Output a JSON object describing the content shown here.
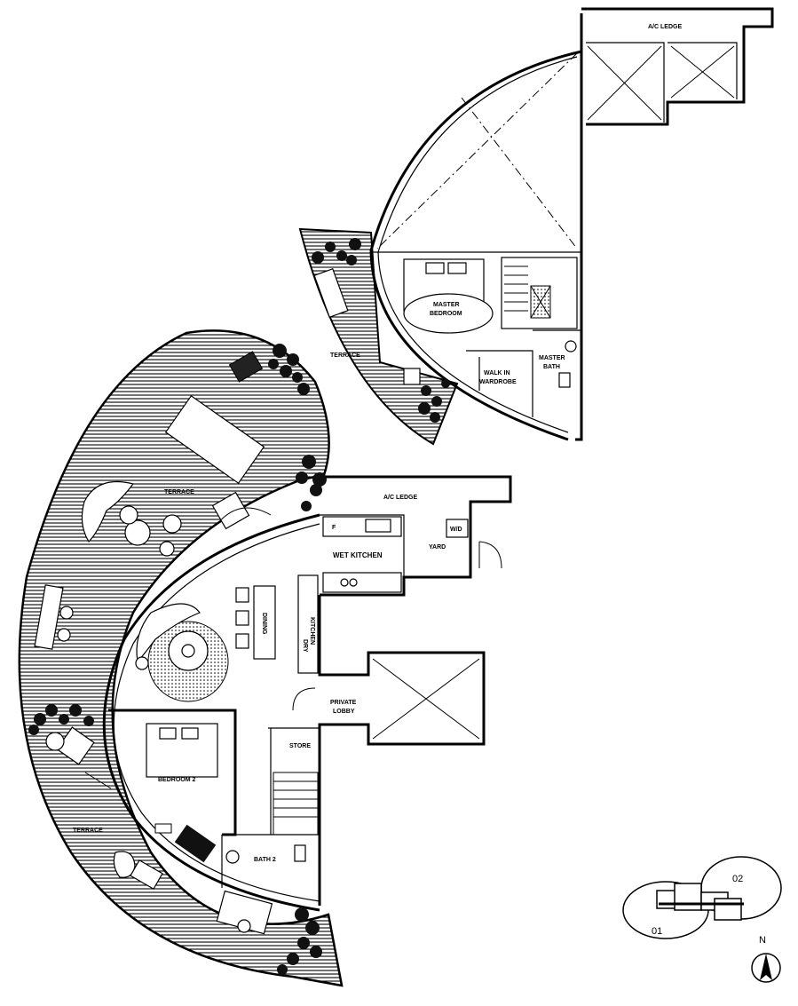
{
  "plan": {
    "labels": {
      "ac_ledge_top": "A/C LEDGE",
      "master_bedroom_1": "MASTER",
      "master_bedroom_2": "BEDROOM",
      "terrace_upper": "TERRACE",
      "walk_in_1": "WALK IN",
      "walk_in_2": "WARDROBE",
      "master_bath_1": "MASTER",
      "master_bath_2": "BATH",
      "terrace_main": "TERRACE",
      "ac_ledge_mid": "A/C LEDGE",
      "fridge": "F",
      "wd": "W/D",
      "wet_kitchen": "WET KITCHEN",
      "yard": "YARD",
      "dining": "DINING",
      "dry_kitchen_1": "DRY",
      "dry_kitchen_2": "KITCHEN",
      "private_lobby_1": "PRIVATE",
      "private_lobby_2": "LOBBY",
      "store": "STORE",
      "bedroom2": "BEDROOM 2",
      "terrace_lower": "TERRACE",
      "bath2": "BATH 2"
    },
    "key_plan": {
      "unit_01": "01",
      "unit_02": "02",
      "north": "N"
    }
  }
}
